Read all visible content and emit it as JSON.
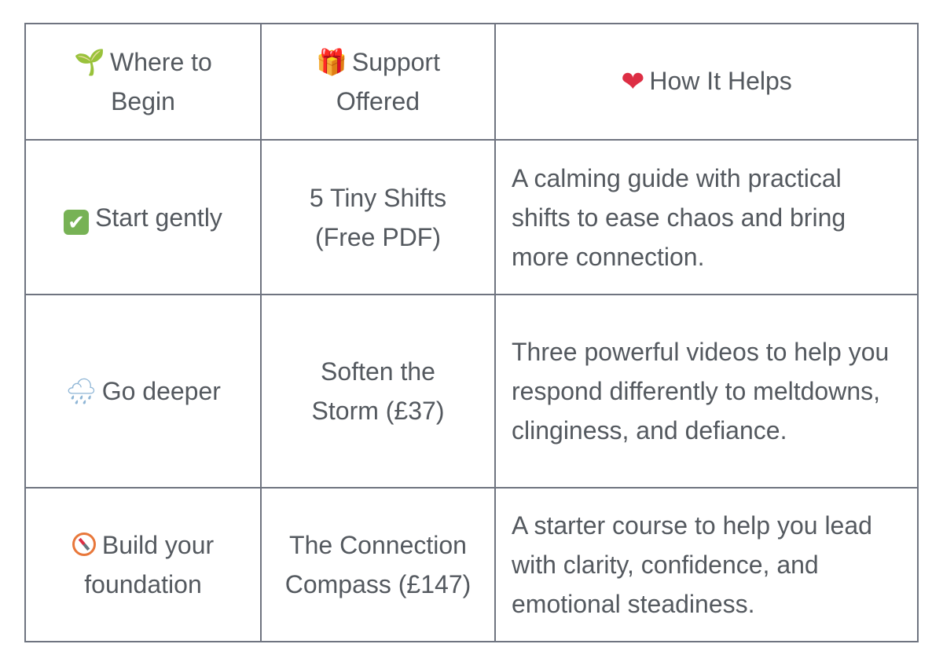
{
  "table": {
    "headers": [
      {
        "icon": "sprout-icon",
        "glyph": "🌱",
        "text": "Where to Begin"
      },
      {
        "icon": "gift-icon",
        "glyph": "🎁",
        "text": "Support Offered"
      },
      {
        "icon": "heart-icon",
        "glyph": "❤",
        "text": "How It Helps"
      }
    ],
    "rows": [
      {
        "icon": "check-icon",
        "glyph": "✔",
        "step": "Start gently",
        "support": "5 Tiny Shifts (Free PDF)",
        "help": "A calming guide with practical shifts to ease chaos and bring more connection."
      },
      {
        "icon": "rain-icon",
        "glyph": "🌧",
        "step": "Go deeper",
        "support": "Soften the Storm (£37)",
        "help": "Three powerful videos to help you respond differently to meltdowns, clinginess, and defiance."
      },
      {
        "icon": "compass-icon",
        "glyph": "",
        "step": "Build your foundation",
        "support": "The Connection Compass (£147)",
        "help": "A starter course to help you lead with clarity, confidence, and emotional steadiness."
      }
    ]
  },
  "colors": {
    "text": "#54595f",
    "border": "#6f7480",
    "heart": "#dd2e44",
    "check": "#77b255"
  }
}
